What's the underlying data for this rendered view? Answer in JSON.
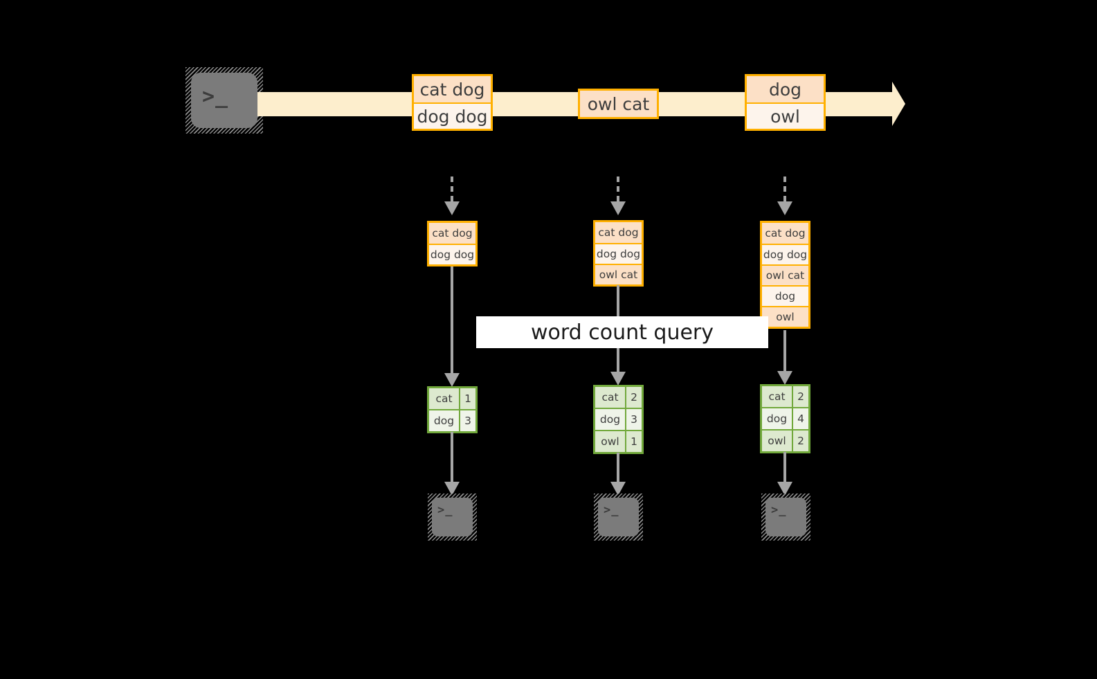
{
  "diagram": {
    "title": "word count query stream diagram",
    "colors": {
      "background": "#000000",
      "stream_fill": "#fdeecd",
      "message_border": "#ffb000",
      "message_cell_dark": "#fce0c6",
      "message_cell_light": "#fdf4ec",
      "table_border": "#71a83b",
      "table_row_dark": "#dde9cf",
      "table_row_light": "#eff4e9",
      "connector": "#a6a6a6",
      "label_band": "#ffffff"
    },
    "producer": {
      "icon": "terminal-icon",
      "glyph": ">_"
    },
    "stream": {
      "name": "input-stream",
      "messages": [
        {
          "lines": [
            "cat dog",
            "dog dog"
          ]
        },
        {
          "lines": [
            "owl cat"
          ]
        },
        {
          "lines": [
            "dog",
            "owl"
          ]
        }
      ]
    },
    "query_label": "word count query",
    "snapshots": [
      {
        "name": "snapshot-1",
        "buffer": [
          "cat dog",
          "dog dog"
        ],
        "result": {
          "rows": [
            {
              "word": "cat",
              "count": "1"
            },
            {
              "word": "dog",
              "count": "3"
            }
          ]
        },
        "consumer": {
          "icon": "terminal-icon",
          "glyph": ">_"
        }
      },
      {
        "name": "snapshot-2",
        "buffer": [
          "cat dog",
          "dog dog",
          "owl cat"
        ],
        "result": {
          "rows": [
            {
              "word": "cat",
              "count": "2"
            },
            {
              "word": "dog",
              "count": "3"
            },
            {
              "word": "owl",
              "count": "1"
            }
          ]
        },
        "consumer": {
          "icon": "terminal-icon",
          "glyph": ">_"
        }
      },
      {
        "name": "snapshot-3",
        "buffer": [
          "cat dog",
          "dog dog",
          "owl cat",
          "dog",
          "owl"
        ],
        "result": {
          "rows": [
            {
              "word": "cat",
              "count": "2"
            },
            {
              "word": "dog",
              "count": "4"
            },
            {
              "word": "owl",
              "count": "2"
            }
          ]
        },
        "consumer": {
          "icon": "terminal-icon",
          "glyph": ">_"
        }
      }
    ]
  }
}
